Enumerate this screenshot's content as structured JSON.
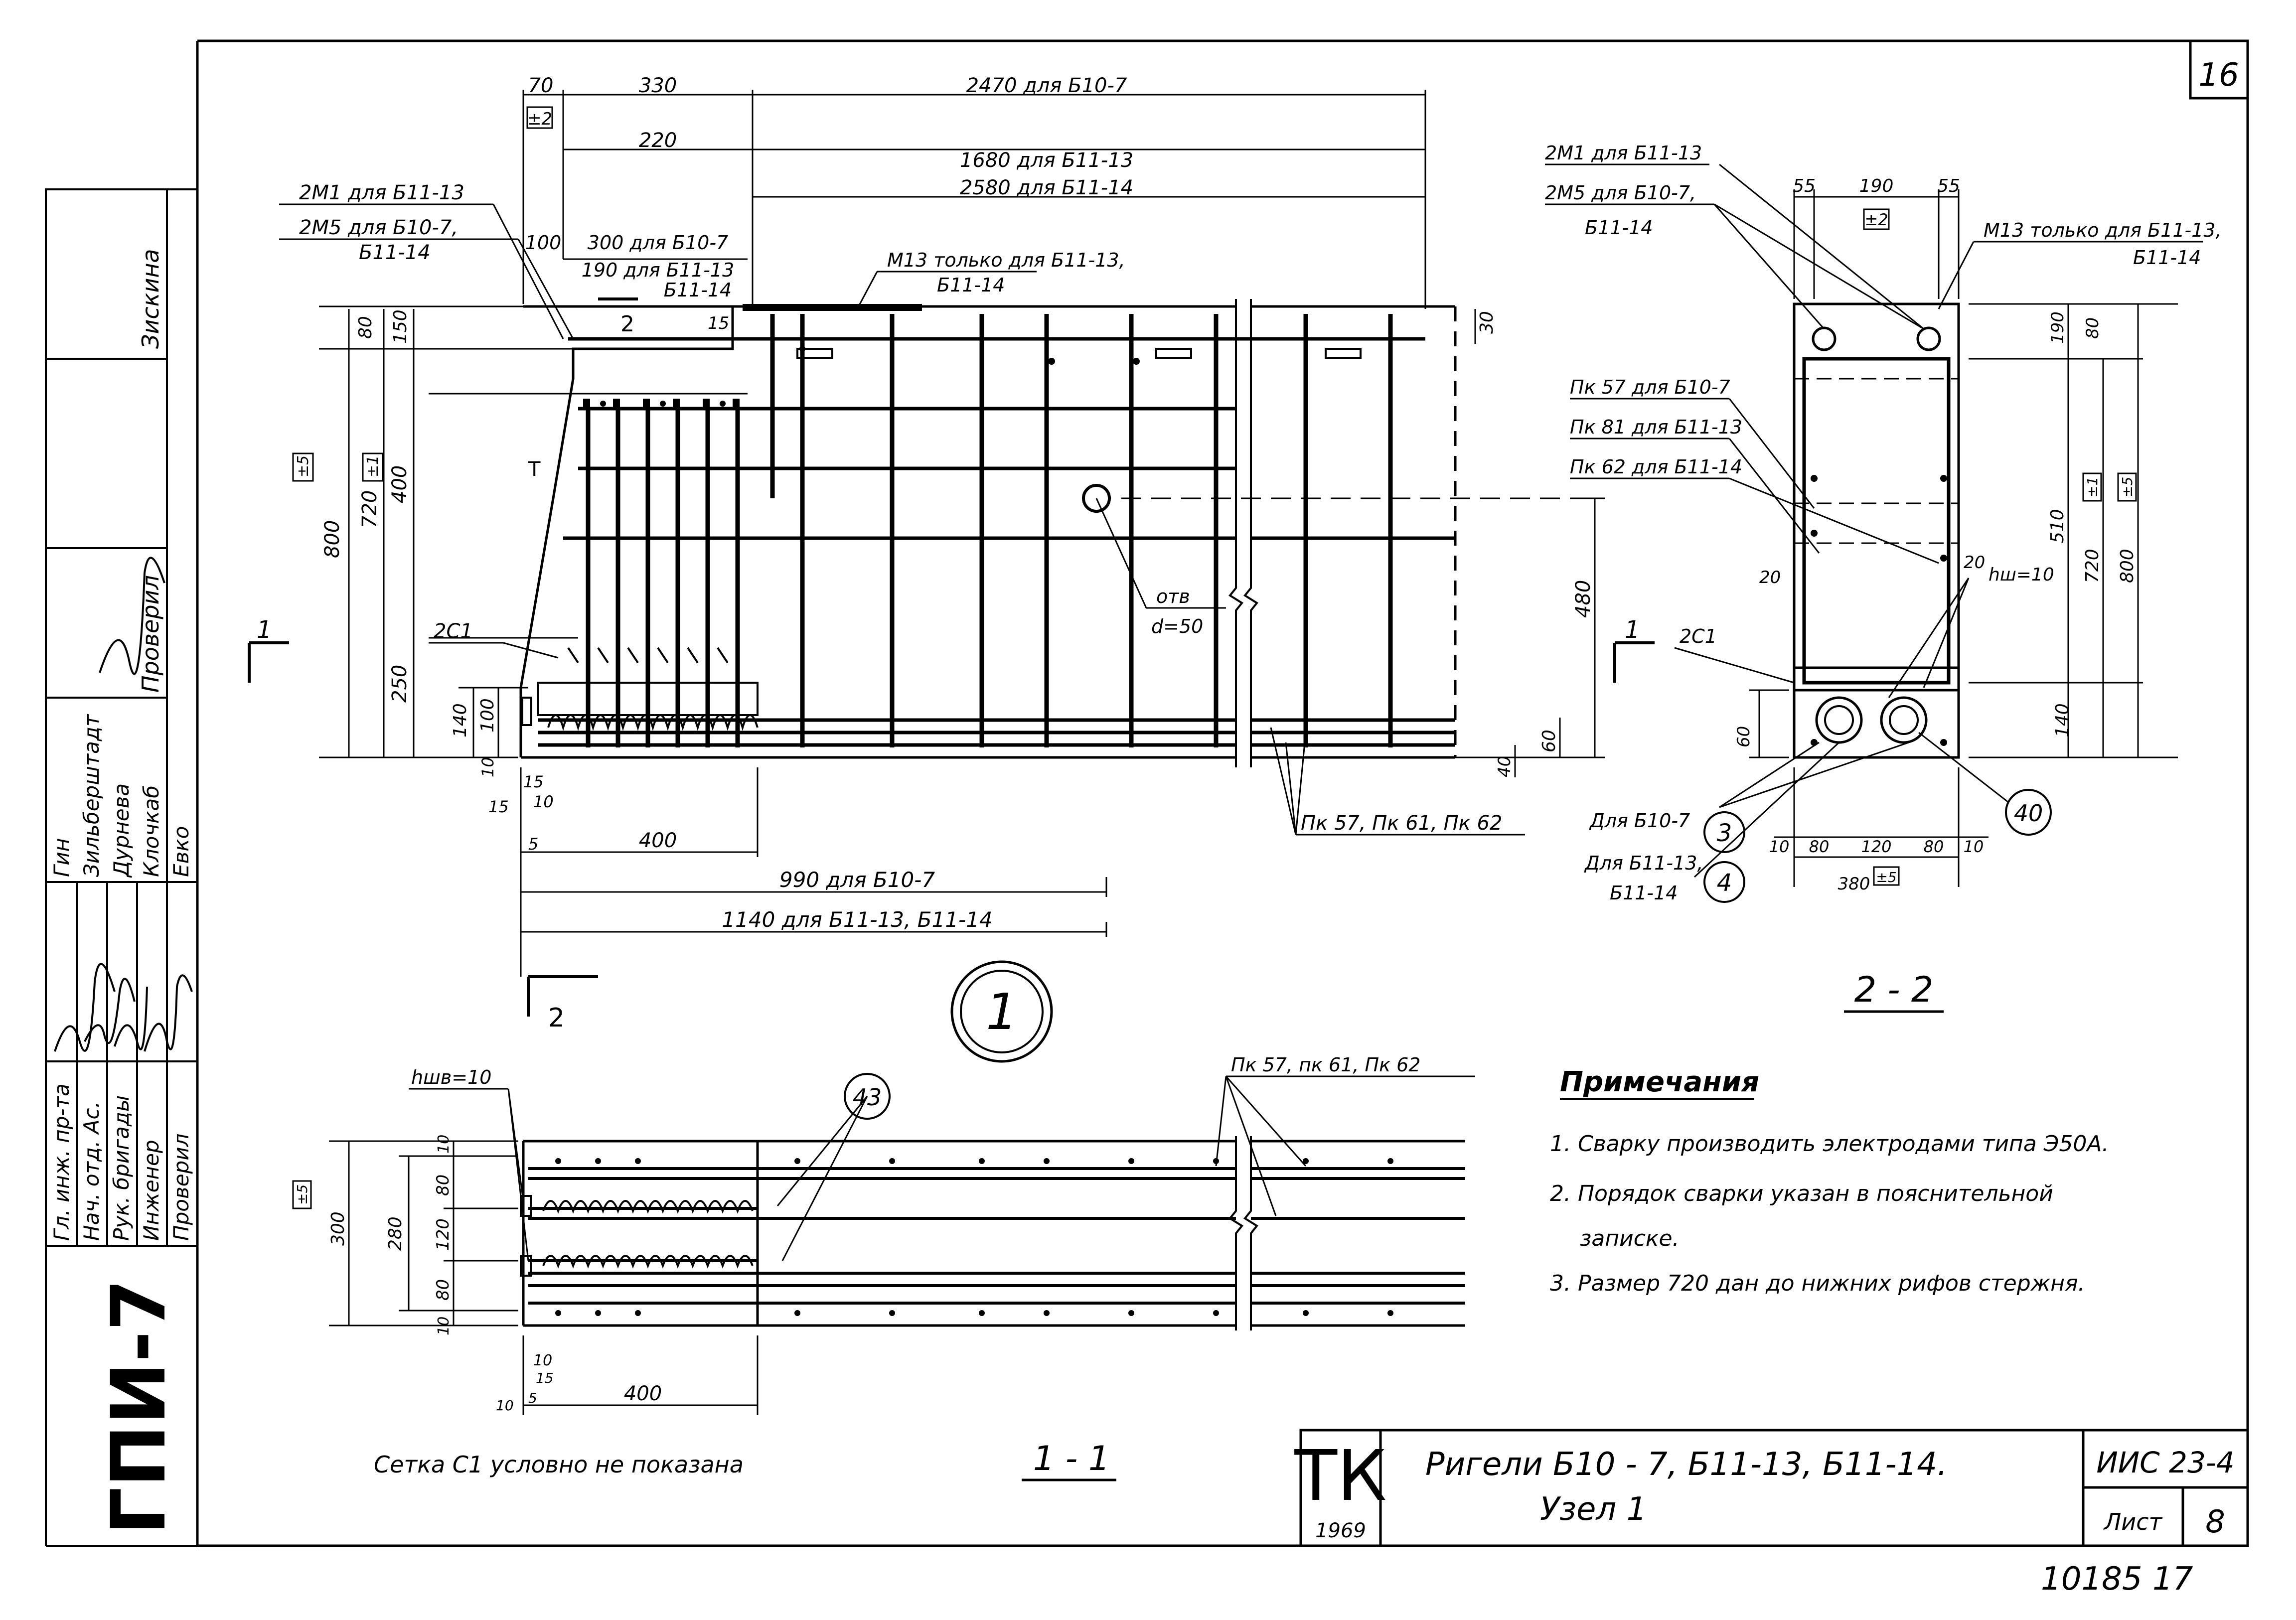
{
  "sheet_corner": "16",
  "side_stamp": {
    "org": "ГПИ-7",
    "col1": [
      "Гл. инж. пр-та",
      "Нач. отд. Ас.",
      "Рук. бригады",
      "Инженер",
      "Проверил"
    ],
    "col3": [
      "Гин",
      "Зильберштадт",
      "Дурнева",
      "Клочкаб",
      "Евко"
    ],
    "proveril": "Проверил",
    "author": "Зискина"
  },
  "view1": {
    "dims_top": {
      "d70": "70",
      "d330": "330",
      "d2470": "2470 для Б10-7",
      "d220": "220",
      "d1680": "1680 для Б11-13",
      "d2580": "2580 для Б11-14",
      "d100": "100",
      "d300": "300 для Б10-7",
      "d190": "190 для Б11-13",
      "d190b": "Б11-14",
      "pm2": "±2"
    },
    "labels": {
      "m1": "2М1 для Б11-13",
      "m5": "2М5 для Б10-7,",
      "m5b": "Б11-14",
      "m13": "М13 только для Б11-13,",
      "m13b": "Б11-14",
      "c1": "2С1",
      "otv": "отв",
      "d50": "d=50",
      "pk": "Пк 57, Пк 61, Пк 62",
      "tag_t": "Т"
    },
    "dims_left": {
      "d800": "800",
      "d720": "720",
      "d400": "400",
      "d250": "250",
      "d150": "150",
      "d80": "80",
      "d140": "140",
      "d100": "100",
      "d10": "10",
      "pm5": "±5",
      "pm1": "±1"
    },
    "dims_right": {
      "d30": "30",
      "d480": "480",
      "d60": "60",
      "d40": "40"
    },
    "dims_small": {
      "d15": "15",
      "d15b": "15",
      "d10": "10",
      "d5": "5",
      "d15c": "15"
    },
    "dims_bottom": {
      "d400": "400",
      "d990": "990 для Б10-7",
      "d1140": "1140 для Б11-13, Б11-14"
    },
    "cut_labels": {
      "a": "1",
      "b": "1",
      "c": "2",
      "d": "2"
    },
    "node": "1"
  },
  "view22": {
    "labels": {
      "m1": "2М1 для Б11-13",
      "m5": "2М5 для Б10-7,",
      "m5b": "Б11-14",
      "m13": "М13 только для Б11-13,",
      "m13b": "Б11-14",
      "pk57": "Пк 57 для Б10-7",
      "pk81": "Пк 81 для Б11-13",
      "pk62": "Пк 62 для Б11-14",
      "c1": "2С1",
      "hsh": "hш=10",
      "d20a": "20",
      "d20b": "20",
      "for3a": "Для Б10-7",
      "for4a": "Для Б11-13,",
      "for4b": "Б11-14",
      "c3": "3",
      "c4": "4",
      "c40": "40"
    },
    "dims": {
      "d55a": "55",
      "d190": "190",
      "d55b": "55",
      "pm2": "±2",
      "d190r": "190",
      "d80r": "80",
      "d510": "510",
      "d720": "720",
      "d800": "800",
      "pm1": "±1",
      "pm5": "±5",
      "d140": "140",
      "d60": "60",
      "d10a": "10",
      "d80a": "80",
      "d120": "120",
      "d80b": "80",
      "d10b": "10",
      "d380": "380",
      "pm5b": "±5"
    },
    "title": "2 - 2"
  },
  "view11": {
    "labels": {
      "hsh": "hшв=10",
      "pk": "Пк 57, пк 61, Пк 62",
      "c43": "43",
      "note": "Сетка С1 условно не показана"
    },
    "dims": {
      "d300": "300",
      "pm5": "±5",
      "d280": "280",
      "d10a": "10",
      "d80a": "80",
      "d120": "120",
      "d80b": "80",
      "d10b": "10",
      "s10a": "10",
      "s15": "15",
      "s10b": "10",
      "s5": "5",
      "d400": "400"
    },
    "title": "1 - 1"
  },
  "notes": {
    "heading": "Примечания",
    "items": [
      "1. Сварку производить электродами типа Э50А.",
      "2. Порядок сварки указан в пояснительной",
      "записке.",
      "3. Размер 720 дан до нижних рифов стержня."
    ]
  },
  "title_block": {
    "tk": "ТК",
    "year": "1969",
    "title1": "Ригели Б10 - 7, Б11-13, Б11-14.",
    "title2": "Узел 1",
    "series": "ИИС 23-4",
    "sheet_label": "Лист",
    "sheet_no": "8",
    "stamp": "10185 17"
  }
}
